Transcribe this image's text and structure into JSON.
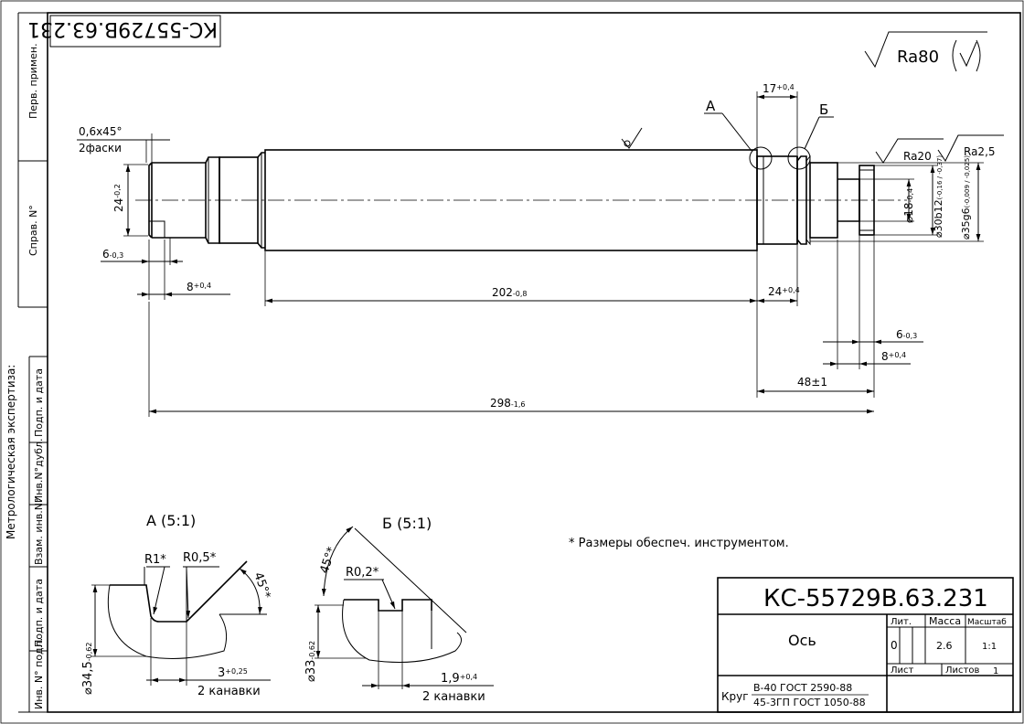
{
  "drawing_number": "КС-55729В.63.231",
  "drawing_number_rotated": "КС-55729В.63.231",
  "roughness_general": "Ra80",
  "part_name": "Ось",
  "title_block": {
    "lit_label": "Лит.",
    "mass_label": "Масса",
    "scale_label": "Масштаб",
    "lit_value": "0",
    "mass_value": "2.6",
    "scale_value": "1:1",
    "sheet_label": "Лист",
    "sheets_label": "Листов",
    "sheets_value": "1",
    "material_prefix": "Круг",
    "material_line1": "В-40 ГОСТ 2590-88",
    "material_line2": "45-3ГП ГОСТ 1050-88"
  },
  "side_labels": {
    "perv_primen": "Перв. примен.",
    "sprav": "Справ. N°",
    "podp_data1": "Подп. и дата",
    "inv_dubl": "Инв.N°дубл.",
    "vzam_inv": "Взам. инв.N°",
    "podp_data2": "Подп. и дата",
    "inv_podl": "Инв. N° подл.",
    "metrolog": "Метрологическая экспертиза:"
  },
  "main_view": {
    "chamfer": "0,6x45°",
    "chamfer_count": "2фаски",
    "dim_24": "24",
    "dim_24_tol": "-0,2",
    "dim_6_left": "6",
    "dim_6_left_tol": "-0,3",
    "dim_8_left": "8",
    "dim_8_left_tol": "+0,4",
    "dim_202": "202",
    "dim_202_tol": "-0,8",
    "dim_24_right": "24",
    "dim_24_right_tol": "+0,4",
    "dim_17": "17",
    "dim_17_tol": "+0,4",
    "dim_6_right": "6",
    "dim_6_right_tol": "-0,3",
    "dim_8_right": "8",
    "dim_8_right_tol": "+0,4",
    "dim_48": "48±1",
    "dim_298": "298",
    "dim_298_tol": "-1,6",
    "dia_18": "⌀18",
    "dia_18_tol": "-0,4",
    "dia_30": "⌀30b12",
    "dia_30_tol": "(-0,16 / -0,37)",
    "dia_35": "⌀35g6",
    "dia_35_tol": "(-0,009 / -0,025)",
    "ra20": "Ra20",
    "ra25": "Ra2,5",
    "marker_a": "А",
    "marker_b": "Б"
  },
  "detail_a": {
    "title": "А (5:1)",
    "r1": "R1*",
    "r05": "R0,5*",
    "angle": "45°*",
    "dia": "⌀34,5",
    "dia_tol": "-0,62",
    "width": "3",
    "width_tol": "+0,25",
    "grooves": "2 канавки"
  },
  "detail_b": {
    "title": "Б (5:1)",
    "angle": "45°*",
    "r02": "R0,2*",
    "dia": "⌀33",
    "dia_tol": "-0,62",
    "width": "1,9",
    "width_tol": "+0,4",
    "grooves": "2 канавки"
  },
  "note": "* Размеры обеспеч. инструментом."
}
